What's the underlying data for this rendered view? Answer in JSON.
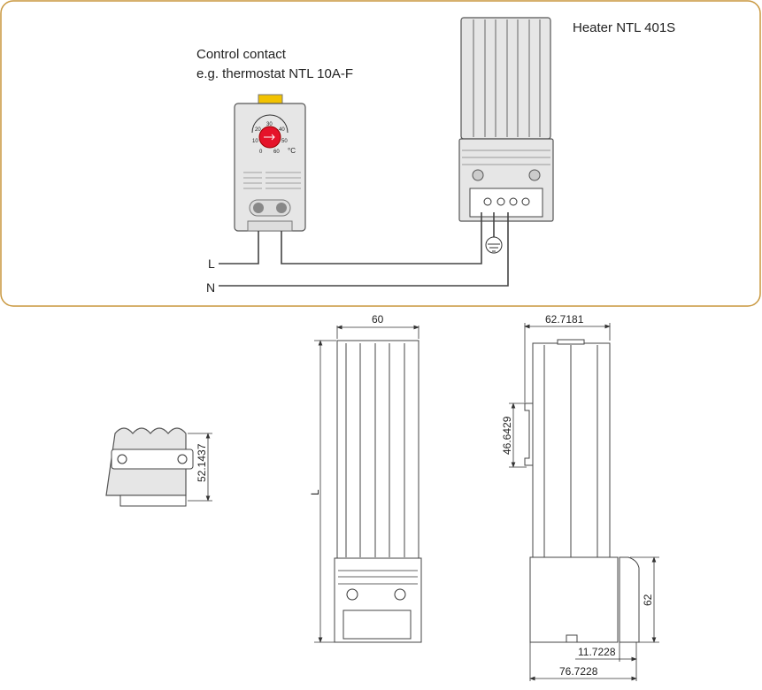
{
  "wiring": {
    "control_label_line1": "Control contact",
    "control_label_line2": "e.g. thermostat NTL 10A-F",
    "heater_label": "Heater NTL 401S",
    "line_L": "L",
    "line_N": "N",
    "dial_marks": [
      "0",
      "10",
      "20",
      "30",
      "40",
      "50",
      "60"
    ],
    "dial_unit": "°C",
    "colors": {
      "frame": "#c8963c",
      "knob": "#e5132a",
      "clip": "#f2c200"
    }
  },
  "dimensions": {
    "top_view_height": "52.1437",
    "front_width": "60",
    "front_length": "L",
    "side_width": "62.7181",
    "rail_height": "46.6429",
    "terminal_height": "62",
    "clip_depth": "11.7228",
    "total_depth": "76.7228"
  }
}
